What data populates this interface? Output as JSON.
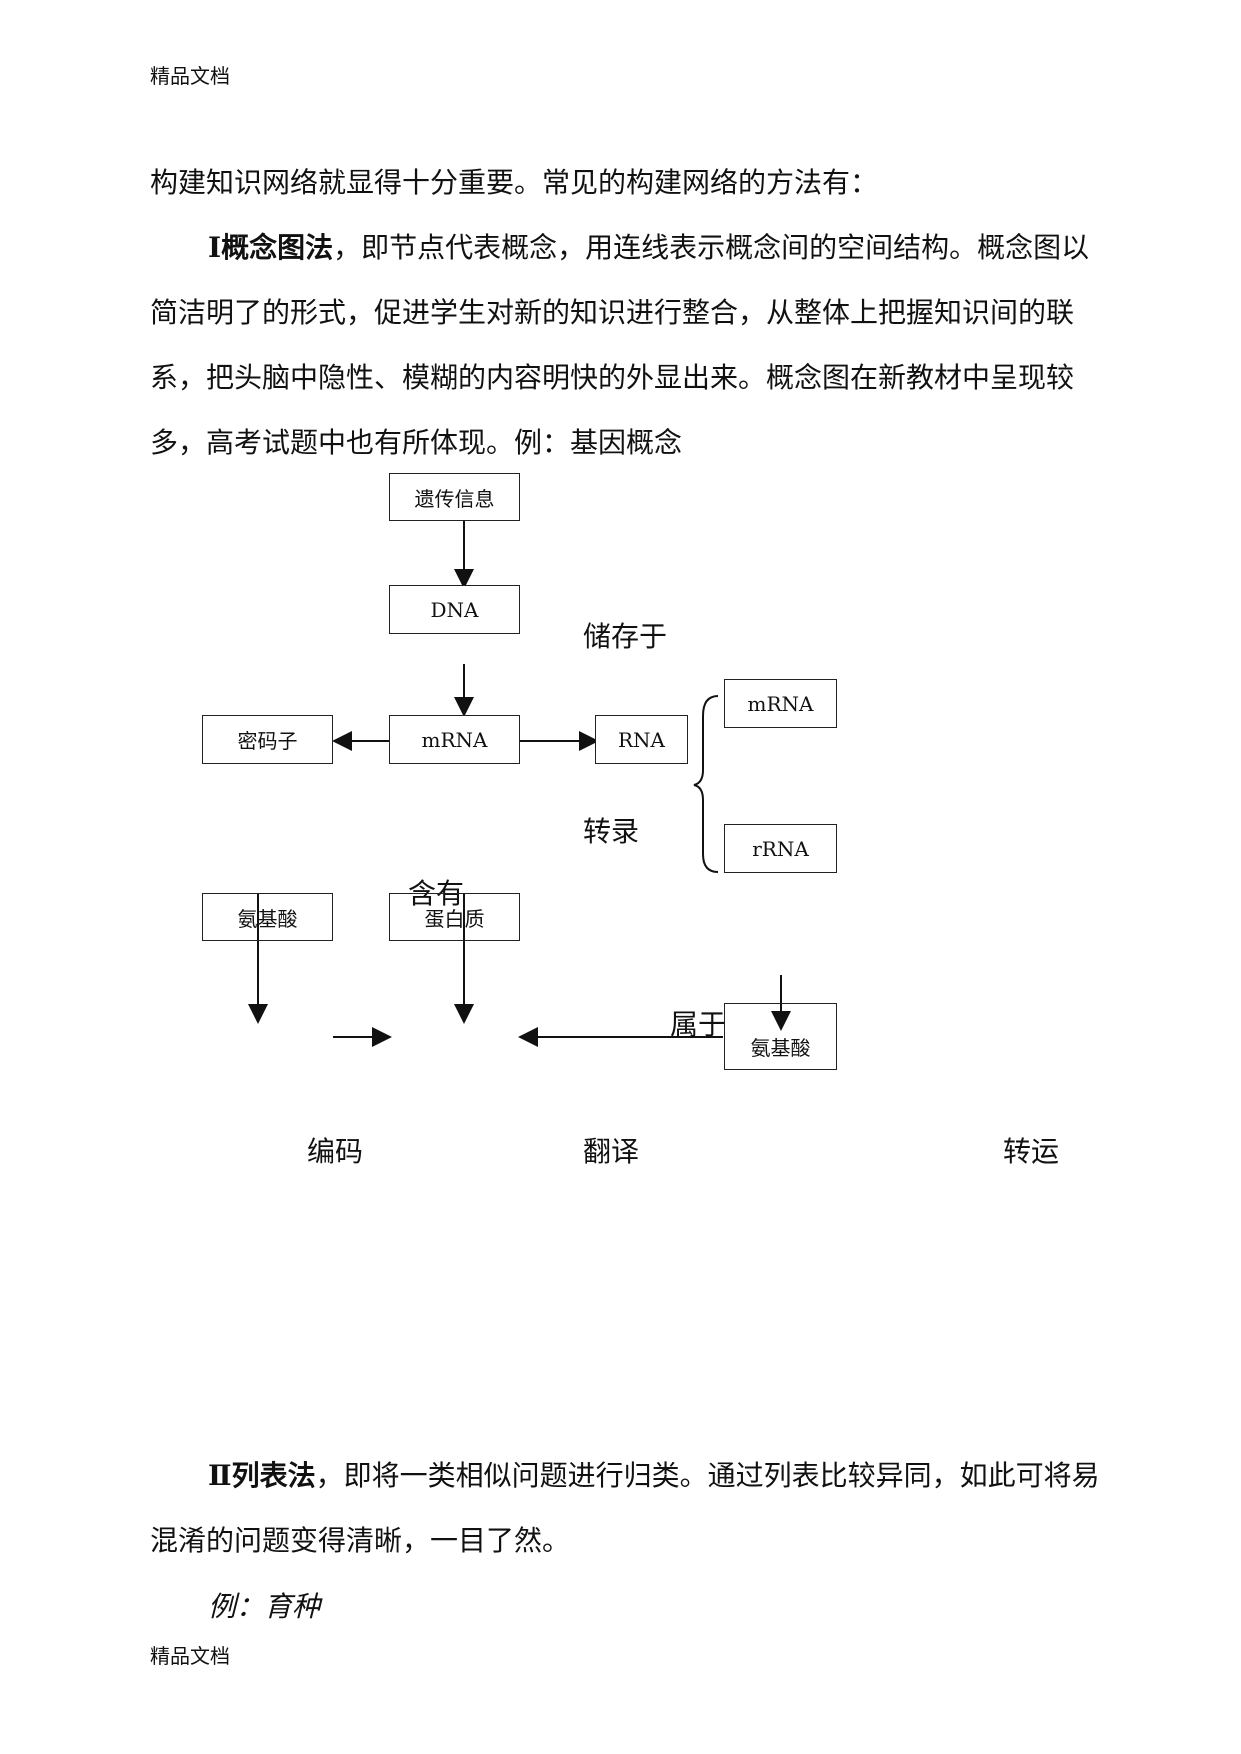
{
  "header": {
    "text": "精品文档"
  },
  "footer": {
    "text": "精品文档"
  },
  "intro_line": "构建知识网络就显得十分重要。常见的构建网络的方法有：",
  "method1": {
    "title": "Ⅰ概念图法",
    "text": "，即节点代表概念，用连线表示概念间的空间结构。概念图以简洁明了的形式，促进学生对新的知识进行整合，从整体上把握知识间的联系，把头脑中隐性、模糊的内容明快的外显出来。概念图在新教材中呈现较多，高考试题中也有所体现。例：基因概念"
  },
  "diagram": {
    "boxes": {
      "genetic_info": "遗传信息",
      "dna": "DNA",
      "codon": "密码子",
      "mrna_center": "mRNA",
      "rna": "RNA",
      "mrna_right": "mRNA",
      "rrna": "rRNA",
      "amino_left": "氨基酸",
      "protein": "蛋白质",
      "amino_right": "氨基酸"
    },
    "labels": {
      "stored_in": "储存于",
      "transcription": "转录",
      "contains": "含有",
      "belongs_to": "属于",
      "encode": "编码",
      "translate": "翻译",
      "transport": "转运"
    }
  },
  "method2": {
    "title": "Ⅱ列表法",
    "text": "，即将一类相似问题进行归类。通过列表比较异同，如此可将易混淆的问题变得清晰，一目了然。"
  },
  "example": "例：育种"
}
